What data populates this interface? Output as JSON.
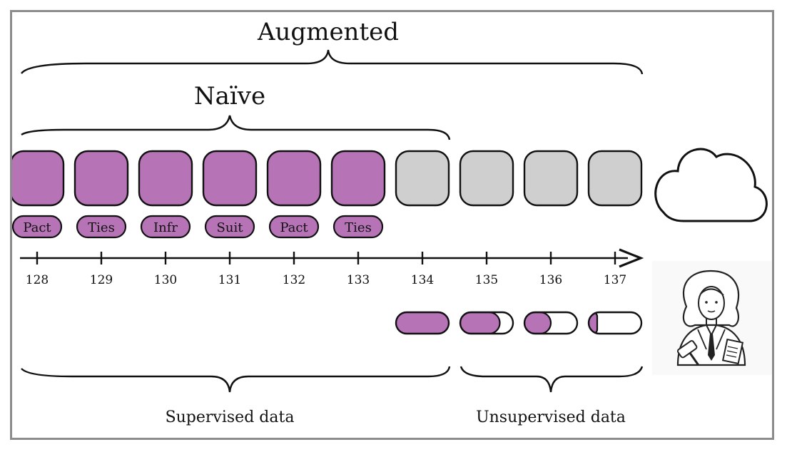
{
  "labels": {
    "augmented": "Augmented",
    "naive": "Naïve",
    "supervised": "Supervised data",
    "unsupervised": "Unsupervised data"
  },
  "timeline": {
    "ticks": [
      "128",
      "129",
      "130",
      "131",
      "132",
      "133",
      "134",
      "135",
      "136",
      "137"
    ],
    "tags": [
      "Pact",
      "Ties",
      "Infr",
      "Suit",
      "Pact",
      "Ties"
    ],
    "labeled_count": 6,
    "partial_fill_fractions": [
      1.0,
      0.75,
      0.5,
      0.15
    ]
  },
  "icons": {
    "cloud": "cloud-icon",
    "judge": "judge-woman-icon"
  },
  "colors": {
    "labeled": "#b673b6",
    "unlabeled": "#cfcfcf",
    "frame": "#8c8c8c",
    "stroke": "#111111"
  }
}
